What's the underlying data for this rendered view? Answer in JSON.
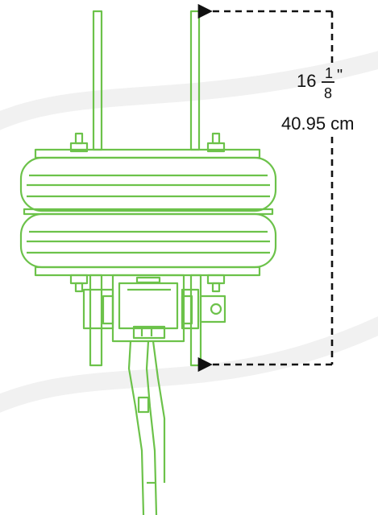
{
  "colors": {
    "background": "#ffffff",
    "bag_stroke": "#6cc24a",
    "dimension_line": "#111111"
  },
  "dimension": {
    "whole": "16",
    "numerator": "1",
    "denominator": "8",
    "inch_mark": "\"",
    "metric": "40.95 cm"
  }
}
